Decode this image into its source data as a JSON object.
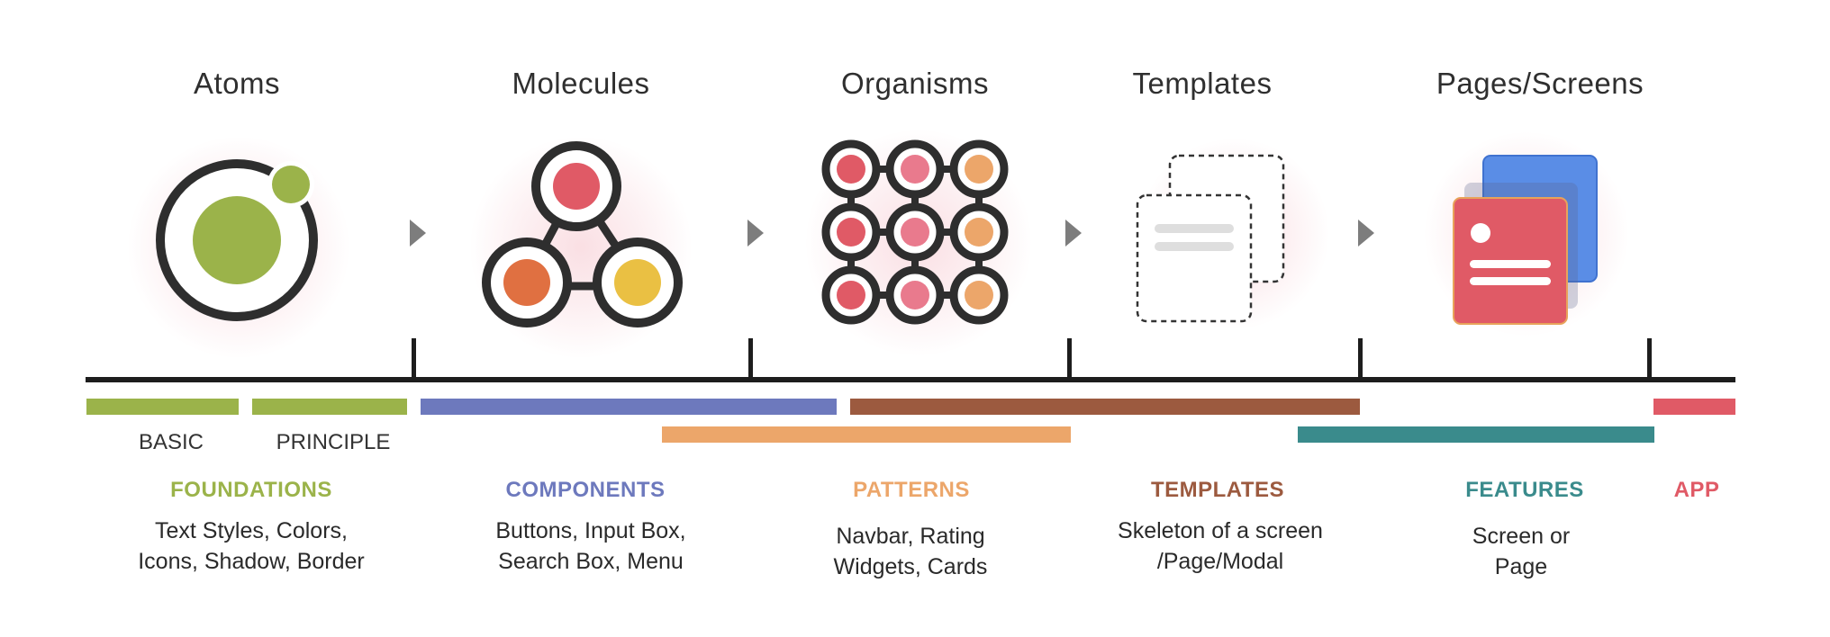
{
  "stages": [
    {
      "id": "atoms",
      "title": "Atoms"
    },
    {
      "id": "molecules",
      "title": "Molecules"
    },
    {
      "id": "organisms",
      "title": "Organisms"
    },
    {
      "id": "templates",
      "title": "Templates"
    },
    {
      "id": "pages",
      "title": "Pages/Screens"
    }
  ],
  "sub_labels": {
    "basic": "BASIC",
    "principle": "PRINCIPLE"
  },
  "categories": [
    {
      "id": "foundations",
      "label": "FOUNDATIONS",
      "color": "#9bb34a",
      "desc": [
        "Text Styles, Colors,",
        "Icons, Shadow, Border"
      ]
    },
    {
      "id": "components",
      "label": "COMPONENTS",
      "color": "#6d79bd",
      "desc": [
        "Buttons, Input Box,",
        "Search Box, Menu"
      ]
    },
    {
      "id": "patterns",
      "label": "PATTERNS",
      "color": "#eca66a",
      "desc": [
        "Navbar, Rating",
        "Widgets, Cards"
      ]
    },
    {
      "id": "templates",
      "label": "TEMPLATES",
      "color": "#9c5a3f",
      "desc": [
        "Skeleton of a screen",
        "/Page/Modal"
      ]
    },
    {
      "id": "features",
      "label": "FEATURES",
      "color": "#3a8b8c",
      "desc": [
        "Screen or",
        "Page"
      ]
    },
    {
      "id": "app",
      "label": "APP",
      "color": "#e05a66",
      "desc": []
    }
  ],
  "colors": {
    "axis": "#1d1d1d",
    "arrow": "#7d7d7d",
    "atom_green": "#9bb34a",
    "molecule_red": "#e05a66",
    "molecule_orange": "#e07041",
    "molecule_yellow": "#eac043",
    "organism_pink": "#e97a8d",
    "organism_orange": "#eca66a",
    "page_blue": "#5a8de6",
    "page_red": "#e05a66"
  },
  "icons": [
    "atom-icon",
    "molecule-icon",
    "organism-icon",
    "template-icon",
    "pages-icon"
  ]
}
